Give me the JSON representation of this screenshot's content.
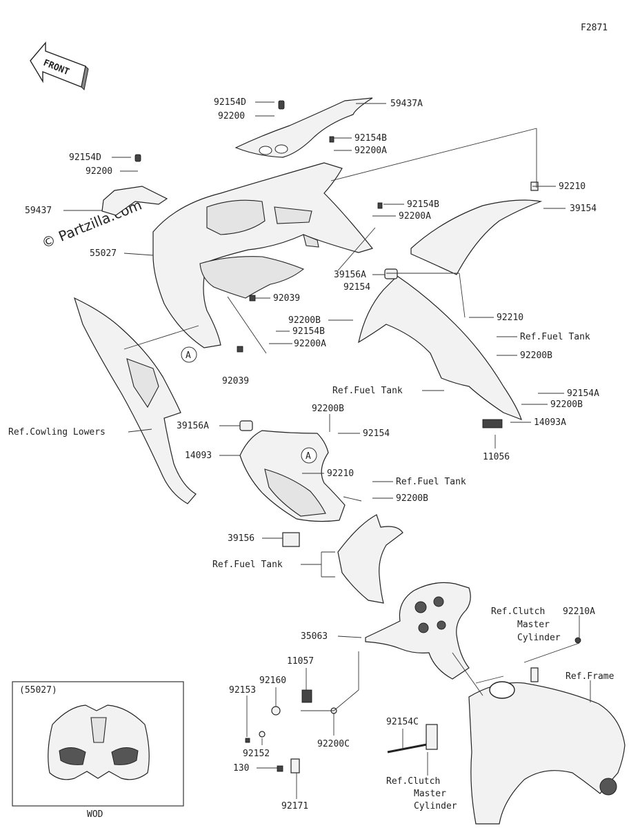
{
  "figure_code": "F2871",
  "front_arrow": {
    "text": "FRONT"
  },
  "watermark": "© Partzilla.com",
  "inset": {
    "label": "(55027)",
    "caption": "WOD"
  },
  "callouts": {
    "c1": "92154D",
    "c2": "92200",
    "c3": "59437A",
    "c4": "92154B",
    "c5": "92200A",
    "c6": "92154D",
    "c7": "92200",
    "c8": "92210",
    "c9": "59437",
    "c10": "92154B",
    "c11": "92200A",
    "c12": "39154",
    "c13": "55027",
    "c14": "39156A",
    "c15": "92154",
    "c16": "92039",
    "c17": "92210",
    "c18": "92200B",
    "c19": "92154B",
    "c20": "92200A",
    "c21": "Ref.Fuel Tank",
    "c22": "92200B",
    "c23": "92039",
    "c24": "Ref.Fuel Tank",
    "c25": "92154A",
    "c26": "92200B",
    "c27": "Ref.Cowling Lowers",
    "c28": "39156A",
    "c29": "92200B",
    "c30": "92154",
    "c31": "14093A",
    "c32": "14093",
    "c33": "11056",
    "c34": "92210",
    "c35": "Ref.Fuel Tank",
    "c36": "92200B",
    "c37": "39156",
    "c38": "Ref.Fuel Tank",
    "c39": "Ref.Clutch",
    "c40": "Master",
    "c41": "Cylinder",
    "c42": "92210A",
    "c43": "35063",
    "c44": "Ref.Frame",
    "c45": "11057",
    "c46": "92153",
    "c47": "92160",
    "c48": "92200C",
    "c49": "92154C",
    "c50": "92152",
    "c51": "130",
    "c52": "Ref.Clutch",
    "c53": "Master",
    "c54": "Cylinder",
    "c55": "92171"
  },
  "markers": {
    "a1": "A",
    "a2": "A"
  }
}
